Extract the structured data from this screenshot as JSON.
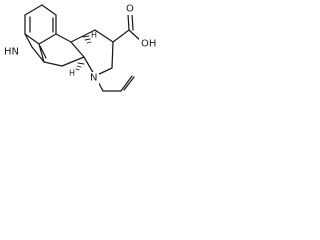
{
  "structure": {
    "atoms": {
      "indole_nh": "HN",
      "carboxyl_oh": "OH",
      "carboxyl_o": "O",
      "amine_n": "N",
      "h_upper": "H",
      "h_lower": "H"
    }
  }
}
